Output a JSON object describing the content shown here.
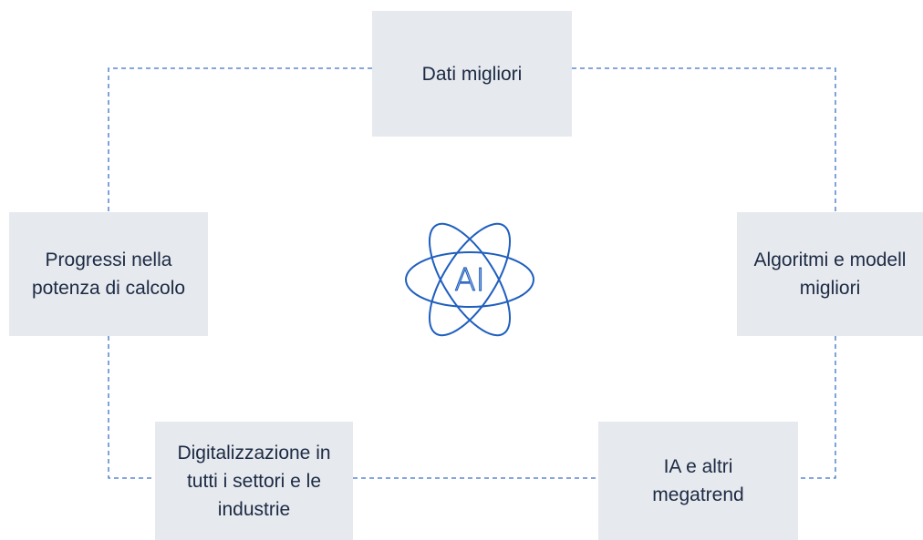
{
  "diagram": {
    "nodes": {
      "top": "Dati migliori",
      "left": "Progressi nella\npotenza di calcolo",
      "right": "Algoritmi e modell\nmigliori",
      "bottom_left": "Digitalizzazione in\ntutti i settori e le\nindustrie",
      "bottom_right": "IA e altri\nmegatrend"
    },
    "center_icon": {
      "name": "atom-ai-icon",
      "label": "AI",
      "color": "#1f5fbf"
    },
    "connector_color": "#3f6fc6",
    "box_color": "#e6e9ed"
  }
}
